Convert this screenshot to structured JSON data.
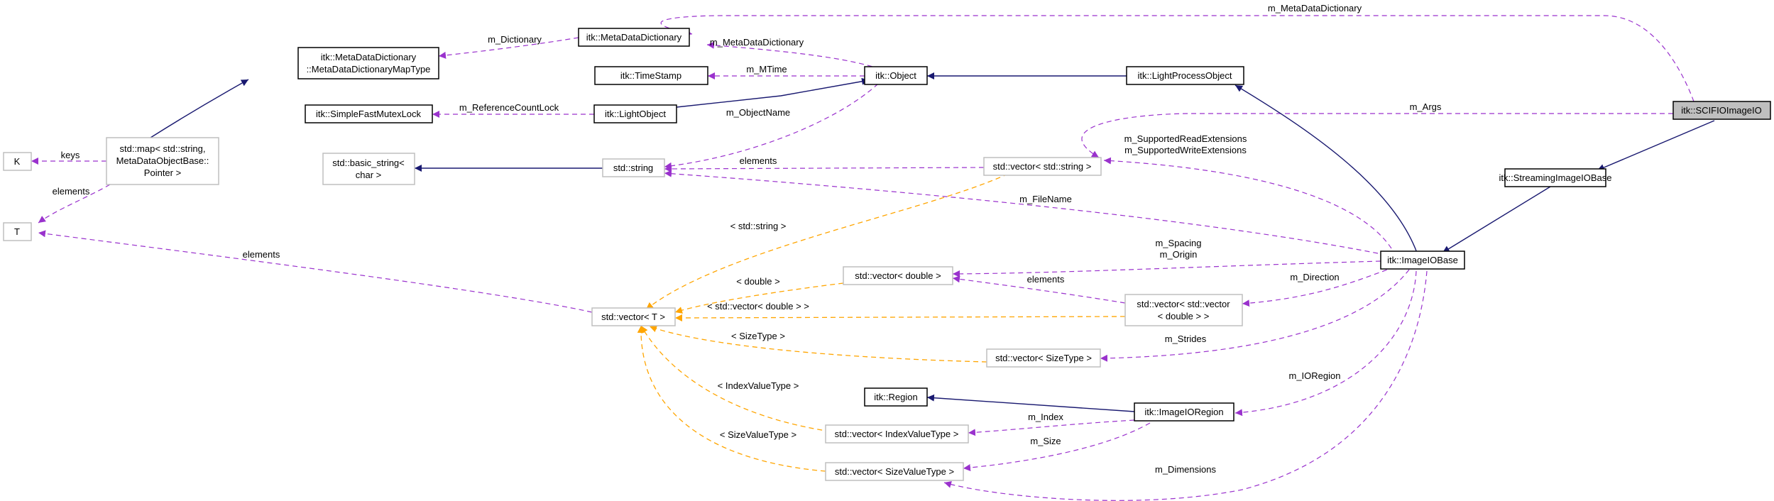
{
  "diagram": {
    "nodes": {
      "scifio": "itk::SCIFIOImageIO",
      "mdd": "itk::MetaDataDictionary",
      "mddmap_line1": "itk::MetaDataDictionary",
      "mddmap_line2": "::MetaDataDictionaryMapType",
      "timestamp": "itk::TimeStamp",
      "object": "itk::Object",
      "lpo": "itk::LightProcessObject",
      "mutex": "itk::SimpleFastMutexLock",
      "lightobject": "itk::LightObject",
      "K": "K",
      "stdmap_line1": "std::map< std::string,",
      "stdmap_line2": "MetaDataObjectBase::",
      "stdmap_line3": "Pointer >",
      "basicstring_line1": "std::basic_string<",
      "basicstring_line2": "char >",
      "stdstring": "std::string",
      "vecstring": "std::vector< std::string >",
      "streaming": "itk::StreamingImageIOBase",
      "T": "T",
      "imageiobase": "itk::ImageIOBase",
      "vecdouble": "std::vector< double >",
      "vecT": "std::vector< T >",
      "vecvec_line1": "std::vector< std::vector",
      "vecvec_line2": "< double > >",
      "vecsize": "std::vector< SizeType >",
      "region": "itk::Region",
      "imageioregion": "itk::ImageIORegion",
      "vecindex": "std::vector< IndexValueType >",
      "vecsizevalue": "std::vector< SizeValueType >"
    },
    "labels": {
      "m_MetaDataDictionary_top": "m_MetaDataDictionary",
      "m_Dictionary": "m_Dictionary",
      "m_MetaDataDictionary": "m_MetaDataDictionary",
      "m_MTime": "m_MTime",
      "m_ReferenceCountLock": "m_ReferenceCountLock",
      "m_ObjectName": "m_ObjectName",
      "m_Args": "m_Args",
      "keys": "keys",
      "elements_map": "elements",
      "elements_string": "elements",
      "m_SupportedReadExtensions": "m_SupportedReadExtensions",
      "m_SupportedWriteExtensions": "m_SupportedWriteExtensions",
      "m_FileName": "m_FileName",
      "tpl_string": "< std::string >",
      "elements_T": "elements",
      "m_Spacing": "m_Spacing",
      "m_Origin": "m_Origin",
      "tpl_double": "< double >",
      "elements_vec": "elements",
      "m_Direction": "m_Direction",
      "tpl_vecdouble": "< std::vector< double > >",
      "tpl_sizetype": "< SizeType >",
      "m_Strides": "m_Strides",
      "m_IORegion": "m_IORegion",
      "tpl_indexvalue": "< IndexValueType >",
      "m_Index": "m_Index",
      "m_Size": "m_Size",
      "tpl_sizevalue": "< SizeValueType >",
      "m_Dimensions": "m_Dimensions"
    },
    "colors": {
      "inheritance": "#191970",
      "usage": "#9a32cd",
      "template": "#ffa500",
      "focus_fill": "#bfbfbf",
      "external_border": "#bfbfbf"
    }
  }
}
